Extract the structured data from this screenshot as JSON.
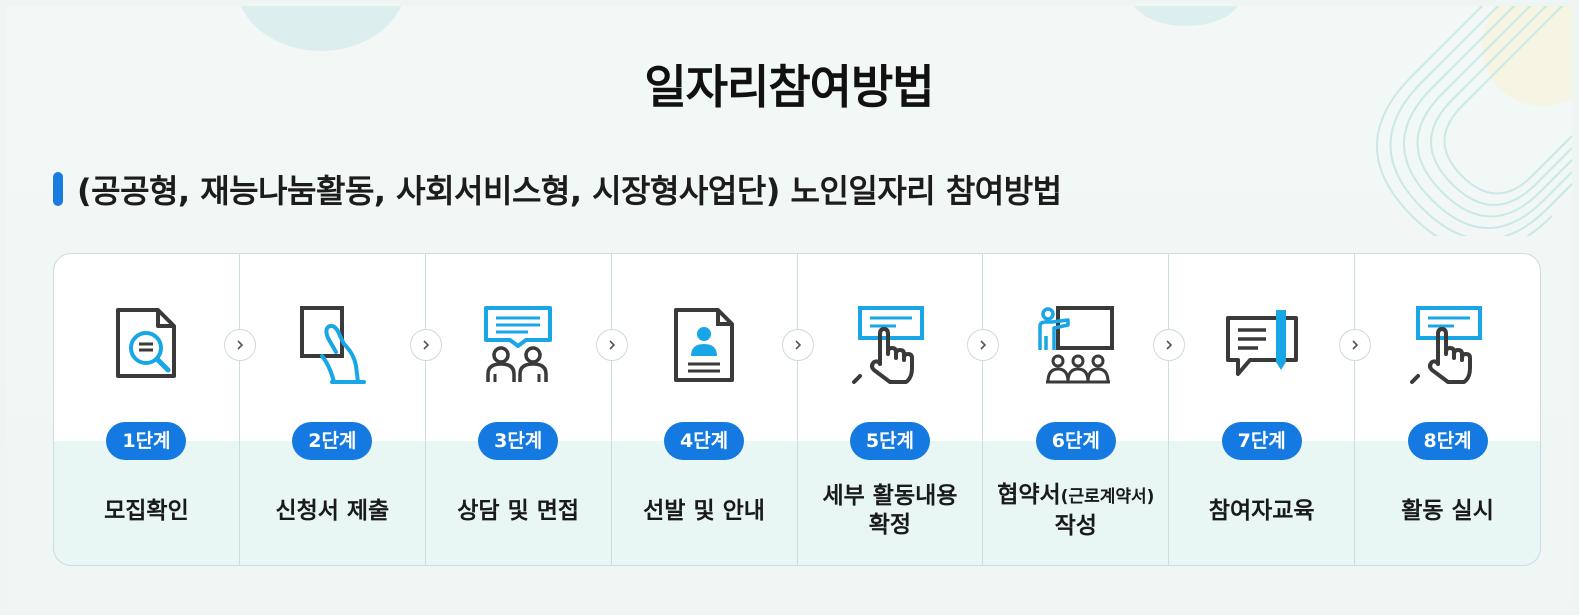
{
  "page": {
    "title": "일자리참여방법",
    "subtitle": "(공공형, 재능나눔활동, 사회서비스형, 시장형사업단) 노인일자리 참여방법"
  },
  "colors": {
    "accent": "#1479e0",
    "icon_dark": "#3a3a3a",
    "icon_blue": "#18a6e6",
    "background": "#eff6f4"
  },
  "steps": [
    {
      "badge": "1단계",
      "label": "모집확인",
      "icon": "document-search-icon"
    },
    {
      "badge": "2단계",
      "label": "신청서 제출",
      "icon": "hand-paper-icon"
    },
    {
      "badge": "3단계",
      "label": "상담 및 면접",
      "icon": "meeting-icon"
    },
    {
      "badge": "4단계",
      "label": "선발 및 안내",
      "icon": "profile-document-icon"
    },
    {
      "badge": "5단계",
      "label_line1": "세부 활동내용",
      "label_line2": "확정",
      "icon": "hand-touch-icon"
    },
    {
      "badge": "6단계",
      "label_main": "협약서",
      "label_small": "(근로계약서)",
      "label_line2": "작성",
      "icon": "presentation-icon"
    },
    {
      "badge": "7단계",
      "label": "참여자교육",
      "icon": "chat-pen-icon"
    },
    {
      "badge": "8단계",
      "label": "활동 실시",
      "icon": "hand-touch-icon"
    }
  ]
}
